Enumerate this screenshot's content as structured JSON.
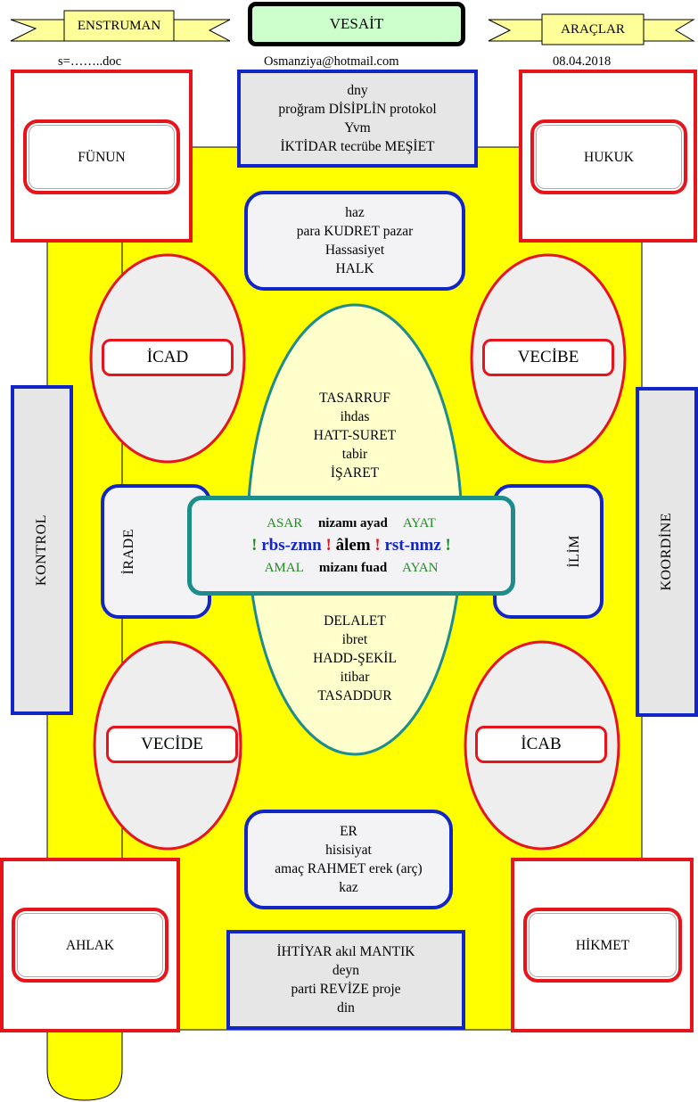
{
  "header": {
    "left_banner": "ENSTRUMAN",
    "center_title": "VESAİT",
    "right_banner": "ARAÇLAR",
    "left_sub": "s=……..doc",
    "email": "Osmanziya@hotmail.com",
    "date": "08.04.2018"
  },
  "corners": {
    "top_left": "FÜNUN",
    "top_right": "HUKUK",
    "bottom_left": "AHLAK",
    "bottom_right": "HİKMET"
  },
  "top_box": {
    "line1": "dny",
    "line2": "proğram DİSİPLİN protokol",
    "line3": "Yvm",
    "line4": "İKTİDAR tecrübe  MEŞİET"
  },
  "upper_box": {
    "line1": "haz",
    "line2": "para KUDRET pazar",
    "line3": "Hassasiyet",
    "line4": "HALK"
  },
  "lower_box": {
    "line1": "ER",
    "line2": "hisisiyat",
    "line3": "amaç RAHMET erek (arç)",
    "line4": "kaz"
  },
  "bottom_box": {
    "line1": "İHTİYAR  akıl  MANTIK",
    "line2": "deyn",
    "line3": "parti  REVİZE  proje",
    "line4": "din"
  },
  "ellipses": {
    "top_left": "İCAD",
    "top_right": "VECİBE",
    "bottom_left": "VECİDE",
    "bottom_right": "İCAB"
  },
  "sides": {
    "left": "KONTROL",
    "right": "KOORDİNE",
    "inner_left": "İRADE",
    "inner_right": "İLİM"
  },
  "central_ellipse": {
    "upper": [
      "TASARRUF",
      "ihdas",
      "HATT-SURET",
      "tabir",
      "İŞARET"
    ],
    "lower": [
      "DELALET",
      "ibret",
      "HADD-ŞEKİL",
      "itibar",
      "TASADDUR"
    ]
  },
  "center_box": {
    "row1": {
      "a": "ASAR",
      "b": "nizamı ayad",
      "c": "AYAT"
    },
    "row2": {
      "excl": "!",
      "a": "rbs-zmn",
      "b": "âlem",
      "c": "rst-nmz"
    },
    "row3": {
      "a": "AMAL",
      "b": "mizanı fuad",
      "c": "AYAN"
    }
  },
  "colors": {
    "yellow": "#ffff00",
    "pale_yellow": "#ffffcc",
    "red": "#e8141c",
    "blue": "#1226c8",
    "teal": "#1f8c8c",
    "green_text": "#228b22",
    "banner": "#ffff99",
    "title_bg": "#ccffcc"
  }
}
